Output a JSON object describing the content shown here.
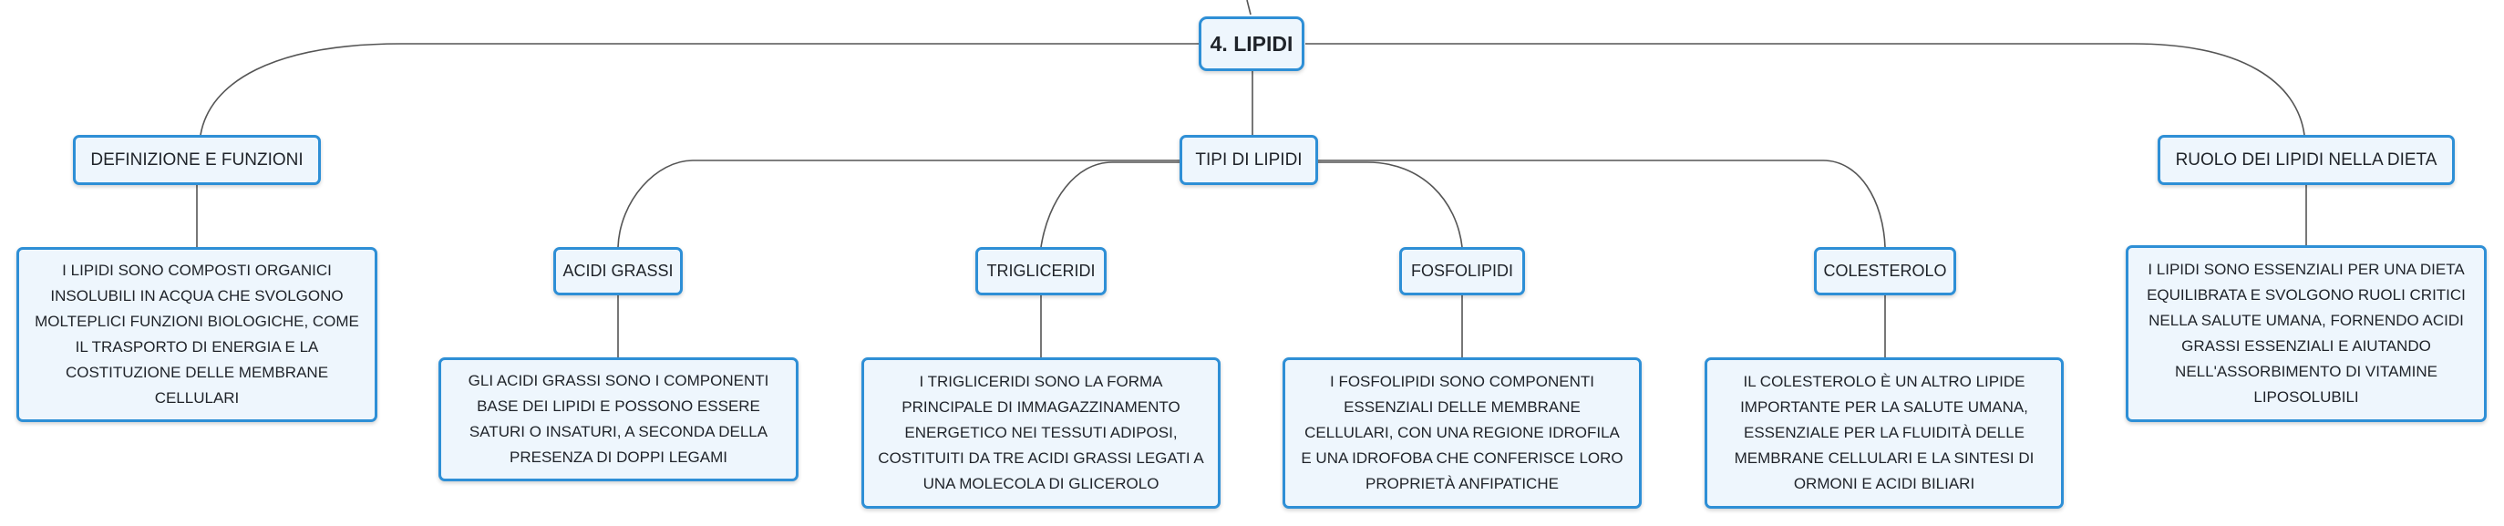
{
  "map": {
    "root": "4. LIPIDI",
    "branches": {
      "definizione": {
        "title": "DEFINIZIONE E FUNZIONI",
        "description": "I LIPIDI SONO COMPOSTI ORGANICI INSOLUBILI IN ACQUA CHE SVOLGONO MOLTEPLICI FUNZIONI BIOLOGICHE, COME IL TRASPORTO DI ENERGIA E LA COSTITUZIONE DELLE MEMBRANE CELLULARI"
      },
      "tipi": {
        "title": "TIPI DI LIPIDI",
        "children": {
          "acidi_grassi": {
            "title": "ACIDI GRASSI",
            "description": "GLI ACIDI GRASSI SONO I COMPONENTI BASE DEI LIPIDI E POSSONO ESSERE SATURI O INSATURI, A SECONDA DELLA PRESENZA DI DOPPI LEGAMI"
          },
          "trigliceridi": {
            "title": "TRIGLICERIDI",
            "description": "I TRIGLICERIDI SONO LA FORMA PRINCIPALE DI IMMAGAZZINAMENTO ENERGETICO NEI TESSUTI ADIPOSI, COSTITUITI DA TRE ACIDI GRASSI LEGATI A UNA MOLECOLA DI GLICEROLO"
          },
          "fosfolipidi": {
            "title": "FOSFOLIPIDI",
            "description": "I FOSFOLIPIDI SONO COMPONENTI ESSENZIALI DELLE MEMBRANE CELLULARI, CON UNA REGIONE IDROFILA E UNA IDROFOBA CHE CONFERISCE LORO PROPRIETÀ ANFIPATICHE"
          },
          "colesterolo": {
            "title": "COLESTEROLO",
            "description": "IL COLESTEROLO È UN ALTRO LIPIDE IMPORTANTE PER LA SALUTE UMANA, ESSENZIALE PER LA FLUIDITÀ DELLE MEMBRANE CELLULARI E LA SINTESI DI ORMONI E ACIDI BILIARI"
          }
        }
      },
      "ruolo": {
        "title": "RUOLO DEI LIPIDI NELLA DIETA",
        "description": "I LIPIDI SONO ESSENZIALI PER UNA DIETA EQUILIBRATA E SVOLGONO RUOLI CRITICI NELLA SALUTE UMANA, FORNENDO ACIDI GRASSI ESSENZIALI E AIUTANDO NELL'ASSORBIMENTO DI VITAMINE LIPOSOLUBILI"
      }
    }
  },
  "colors": {
    "border": "#2e8fd6",
    "fill": "#eef6fd",
    "connector": "#555555"
  }
}
